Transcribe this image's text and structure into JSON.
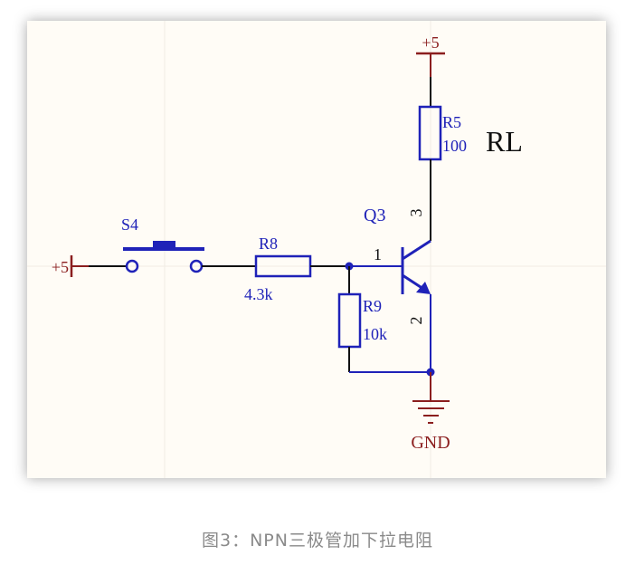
{
  "schematic": {
    "colors": {
      "power": "#8b1e1e",
      "component": "#1f22b8",
      "wire": "#111111",
      "background": "#fffcf6"
    },
    "power_top": {
      "label": "+5"
    },
    "power_left": {
      "label": "+5"
    },
    "ground": {
      "label": "GND"
    },
    "r5": {
      "designator": "R5",
      "value": "100",
      "note": "RL"
    },
    "s4": {
      "designator": "S4"
    },
    "r8": {
      "designator": "R8",
      "value": "4.3k"
    },
    "r9": {
      "designator": "R9",
      "value": "10k"
    },
    "q3": {
      "designator": "Q3",
      "pin_base": "1",
      "pin_emitter": "2",
      "pin_collector": "3"
    }
  },
  "caption": "图3：NPN三极管加下拉电阻"
}
